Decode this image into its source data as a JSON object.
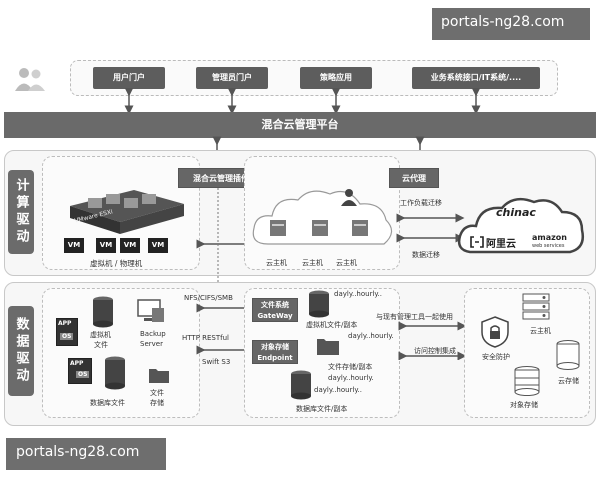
{
  "watermark_top": "portals-ng28.com",
  "watermark_bottom": "portals-ng28.com",
  "portals": [
    "用户门户",
    "管理员门户",
    "策略应用",
    "业务系统接口/IT系统/...."
  ],
  "platform_title": "混合云管理平台",
  "compute": {
    "side_label": "计算驱动",
    "plugin": "混合云管理插件",
    "proxy": "云代理",
    "vm_label": "VM",
    "vm_caption": "虚拟机 / 物理机",
    "vsphere": "VMware ESXi",
    "cloud_hosts": [
      "云主机",
      "云主机",
      "云主机"
    ],
    "workload_migration": "工作负载迁移",
    "data_migration": "数据迁移",
    "chinac": "chinac",
    "aliyun": "阿里云",
    "amazon": "amazon",
    "amazon_sub": "web services"
  },
  "data": {
    "side_label": "数据驱动",
    "app": "APP",
    "os": "OS",
    "vm_files": "虚拟机\n文件",
    "backup_server": "Backup\nServer",
    "db_files": "数据库文件",
    "file_storage": "文件\n存储",
    "nfs": "NFS/CIFS/SMB",
    "http": "HTTP RESTful",
    "swift": "Swift S3",
    "file_gateway": "文件系统\nGateWay",
    "object_endpoint": "对象存储\nEndpoint",
    "dayly1": "dayly..hourly..",
    "vm_file_copy": "虚拟机文件/副本",
    "dayly2": "dayly..hourly.",
    "file_copy": "文件存储/副本",
    "dayly3": "dayly..hourly.",
    "dayly4": "dayly..hourly..",
    "db_copy": "数据库文件/副本",
    "mgmt_tools": "与现有管理工具一起使用",
    "access_control": "访问控制集成",
    "security": "安全防护",
    "cloud_host": "云主机",
    "cloud_storage": "云存储",
    "object_storage": "对象存储"
  }
}
